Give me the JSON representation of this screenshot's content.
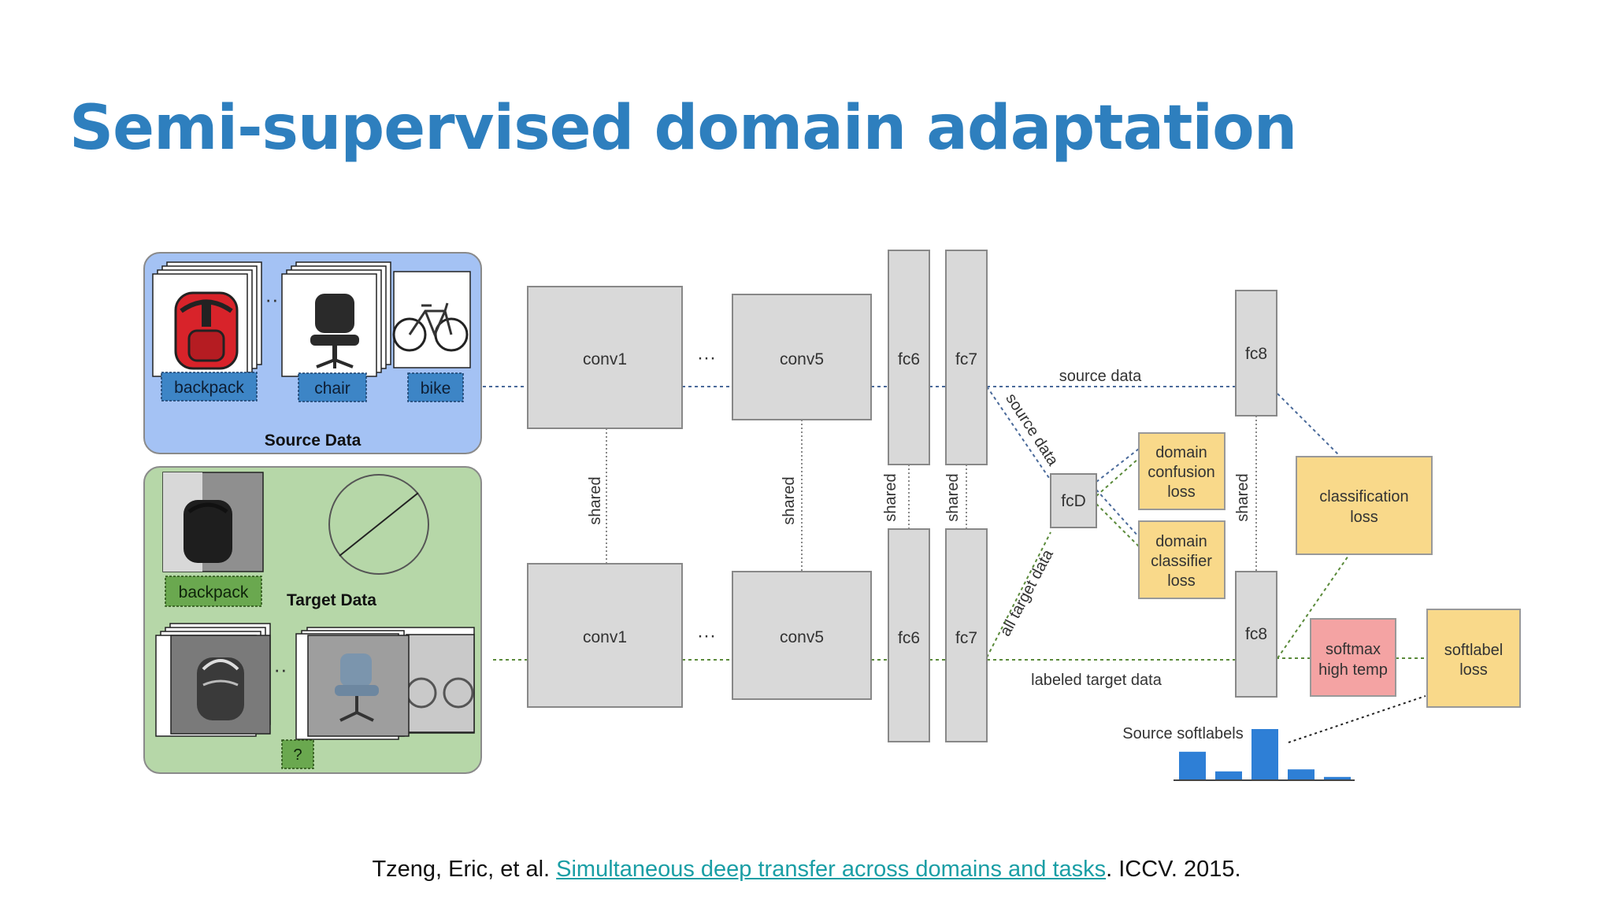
{
  "slide": {
    "title": "Semi-supervised domain adaptation"
  },
  "diagram": {
    "source_panel": {
      "caption": "Source Data",
      "labels": [
        "backpack",
        "chair",
        "bike"
      ],
      "ellipsis": "··"
    },
    "target_panel": {
      "caption": "Target Data",
      "labeled_label": "backpack",
      "unknown_label": "?",
      "ellipsis": "··"
    },
    "layers": {
      "conv1": "conv1",
      "conv5": "conv5",
      "fc6": "fc6",
      "fc7": "fc7",
      "fc8": "fc8",
      "fcD": "fcD",
      "ellipsis": "···"
    },
    "shared_label": "shared",
    "edge_labels": {
      "source_data": "source data",
      "source_data_diag": "source data",
      "all_target_data": "all target data",
      "labeled_target_data": "labeled target data"
    },
    "loss_boxes": {
      "domain_confusion": [
        "domain",
        "confusion",
        "loss"
      ],
      "domain_classifier": [
        "domain",
        "classifier",
        "loss"
      ],
      "classification": [
        "classification",
        "loss"
      ],
      "softmax": [
        "softmax",
        "high temp"
      ],
      "softlabel": [
        "softlabel",
        "loss"
      ]
    },
    "softlabels": {
      "caption": "Source softlabels",
      "bar_values": [
        0.55,
        0.16,
        1.0,
        0.2,
        0.05
      ]
    },
    "colors": {
      "source_panel": "#a4c2f4",
      "target_panel": "#b6d7a8",
      "source_label": "#3d85c6",
      "target_label": "#6aa84f",
      "layer_box": "#d9d9d9",
      "loss_box": "#f9d98a",
      "softmax_box": "#f4a3a3",
      "bars": "#2e7fd6"
    }
  },
  "citation": {
    "prefix": "Tzeng, Eric, et al. ",
    "link_text": "Simultaneous deep transfer across domains and tasks",
    "suffix": ". ICCV. 2015."
  }
}
